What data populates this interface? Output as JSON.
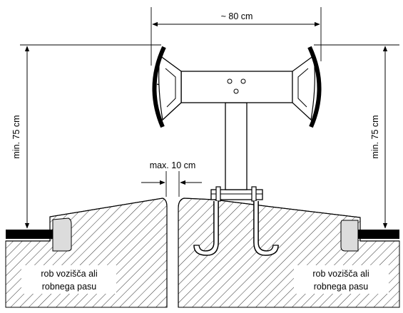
{
  "labels": {
    "width_dimension": "~ 80 cm",
    "gap_dimension": "max. 10 cm",
    "height_left": "min. 75 cm",
    "height_right": "min. 75 cm",
    "curb_left_line1": "rob vozišča ali",
    "curb_left_line2": "robnega pasu",
    "curb_right_line1": "rob vozišča ali",
    "curb_right_line2": "robnega pasu"
  },
  "colors": {
    "line": "#000000",
    "curb_fill": "#dcdcdc",
    "hatch": "#333333"
  }
}
